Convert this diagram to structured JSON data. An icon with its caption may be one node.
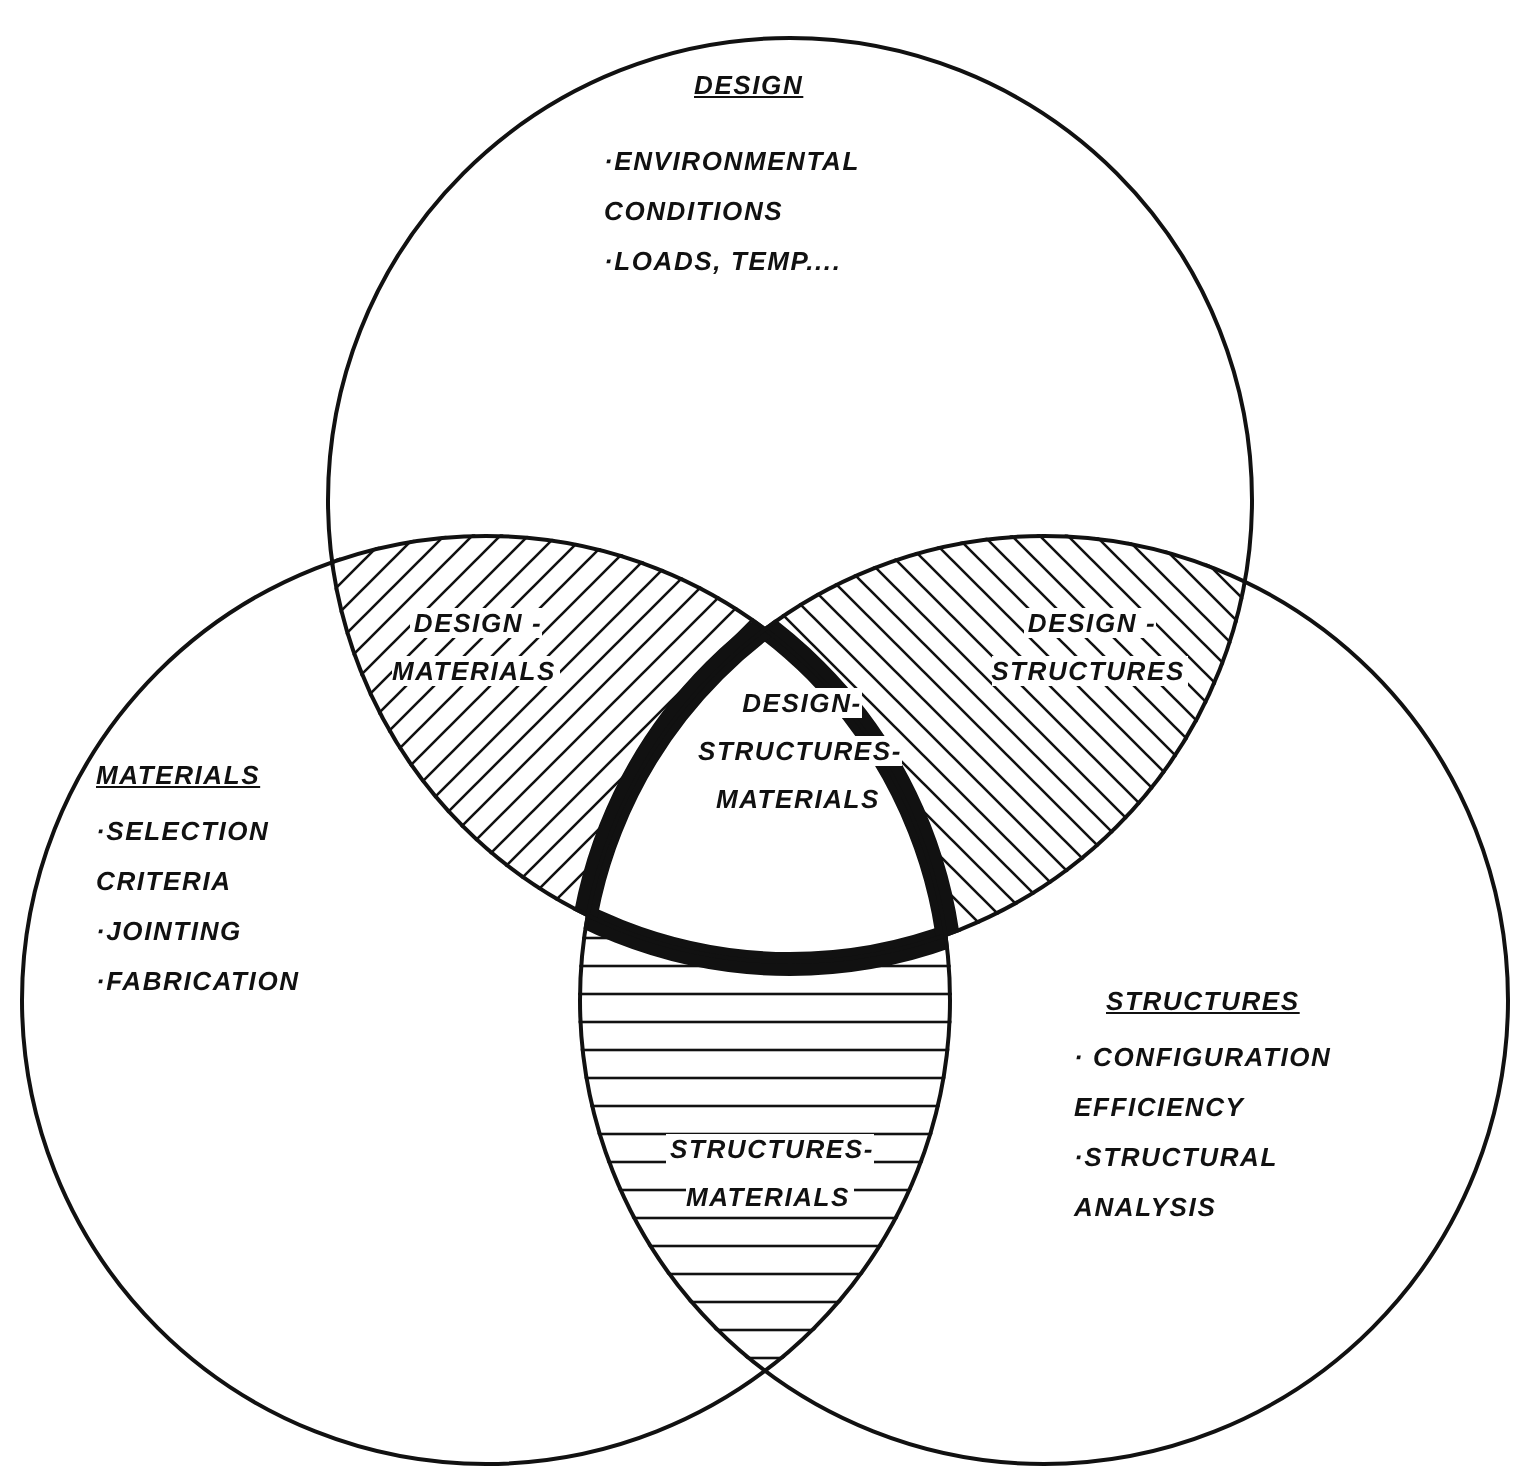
{
  "diagram": {
    "nodes": [
      {
        "text": [
          "DESIGN",
          "·ENVIRONMENTAL CONDITIONS",
          "·LOADS, TEMP...."
        ]
      },
      {
        "text": [
          "MATERIALS",
          "·SELECTION CRITERIA",
          "·JOINTING",
          "·FABRICATION"
        ]
      },
      {
        "text": [
          "STRUCTURES",
          "· CONFIGURATION EFFICIENCY",
          "·STRUCTURAL ANALYSIS"
        ]
      },
      {
        "text": [
          "DESIGN - MATERIALS"
        ]
      },
      {
        "text": [
          "DESIGN - STRUCTURES"
        ]
      },
      {
        "text": [
          "DESIGN- STRUCTURES- MATERIALS"
        ]
      },
      {
        "text": [
          "STRUCTURES- MATERIALS"
        ]
      }
    ],
    "edges": []
  }
}
